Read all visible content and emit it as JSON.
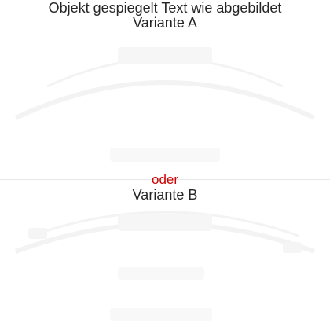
{
  "heading": {
    "line1": "Objekt gespiegelt Text wie abgebildet",
    "variant_a": "Variante A",
    "separator": "oder",
    "variant_b": "Variante B"
  },
  "colors": {
    "text": "#262626",
    "separator": "#cc0000",
    "background": "#ffffff"
  }
}
